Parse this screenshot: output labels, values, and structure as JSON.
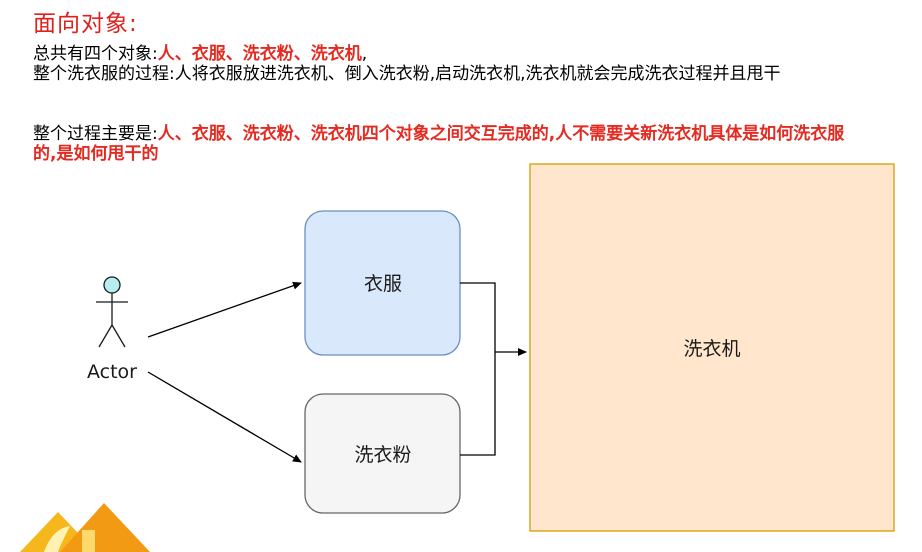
{
  "heading": "面向对象:",
  "line1": {
    "prefix": "总共有四个对象:",
    "highlight": "人、衣服、洗衣粉、洗衣机",
    "suffix": ","
  },
  "line2": "整个洗衣服的过程:人将衣服放进洗衣机、倒入洗衣粉,启动洗衣机,洗衣机就会完成洗衣过程并且甩干",
  "line3": {
    "prefix": "整个过程主要是:",
    "highlight": "人、衣服、洗衣粉、洗衣机四个对象之间交互完成的,人不需要关新洗衣机具体是如何洗衣服的,是如何甩干的"
  },
  "diagram": {
    "actor_label": "Actor",
    "node_clothes": "衣服",
    "node_detergent": "洗衣粉",
    "node_washer": "洗衣机"
  },
  "colors": {
    "heading": "#e0201c",
    "highlight": "#e32b22",
    "clothes_fill": "#dae8fc",
    "clothes_stroke": "#6c8ebf",
    "detergent_fill": "#f5f5f5",
    "detergent_stroke": "#666666",
    "washer_fill": "#ffe6cc",
    "washer_stroke": "#d79b00",
    "actor_head": "#b6eef0"
  },
  "icons": [
    "actor-icon",
    "gift-icon"
  ]
}
